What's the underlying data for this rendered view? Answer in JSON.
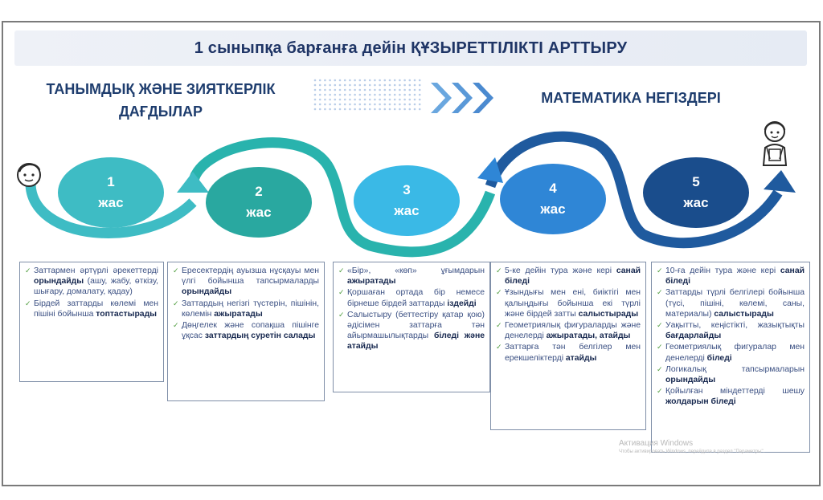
{
  "title": "1 сыныпқа барғанға дейін ҚҰЗЫРЕТТІЛІКТІ АРТТЫРУ",
  "left_heading": [
    "ТАНЫМДЫҚ ЖӘНЕ ЗИЯТКЕРЛІК",
    "ДАҒДЫЛАР"
  ],
  "right_heading": "МАТЕМАТИКА НЕГІЗДЕРІ",
  "colors": {
    "age1": "#3ebcc4",
    "age2": "#29a8a0",
    "age3": "#3ab9e6",
    "age4": "#2f86d6",
    "age5": "#1a4d8c",
    "accent": "#1e3d6e"
  },
  "ages": [
    {
      "num": "1",
      "unit": "жас"
    },
    {
      "num": "2",
      "unit": "жас"
    },
    {
      "num": "3",
      "unit": "жас"
    },
    {
      "num": "4",
      "unit": "жас"
    },
    {
      "num": "5",
      "unit": "жас"
    }
  ],
  "boxes": [
    {
      "items": [
        [
          {
            "t": "Заттармен әртүрлі әрекеттерді "
          },
          {
            "t": "орындайды",
            "b": true
          },
          {
            "t": " (ашу, жабу, өткізу, шығару, домалату, қадау)"
          }
        ],
        [
          {
            "t": "Бірдей заттарды көлемі мен пішіні бойынша "
          },
          {
            "t": "топтастырады",
            "b": true
          }
        ]
      ]
    },
    {
      "items": [
        [
          {
            "t": "Ересектердің ауызша нұсқауы мен үлгі бойынша тапсырмаларды "
          },
          {
            "t": "орындайды",
            "b": true
          }
        ],
        [
          {
            "t": "Заттардың негізгі түстерін, пішінін, көлемін "
          },
          {
            "t": "ажыратады",
            "b": true
          }
        ],
        [
          {
            "t": "Дөңгелек және сопақша пішінге ұқсас "
          },
          {
            "t": "заттардың суретін салады",
            "b": true
          }
        ]
      ]
    },
    {
      "items": [
        [
          {
            "t": "«Бір», «көп» ұғымдарын "
          },
          {
            "t": "ажыратады",
            "b": true
          }
        ],
        [
          {
            "t": "Қоршаған ортада бір немесе бірнеше бірдей заттарды "
          },
          {
            "t": "іздейді",
            "b": true
          }
        ],
        [
          {
            "t": "Салыстыру (беттестіру қатар қою) әдісімен заттарға тән айырмашылықтарды "
          },
          {
            "t": "біледі және атайды",
            "b": true
          }
        ]
      ]
    },
    {
      "items": [
        [
          {
            "t": "5-ке дейін тура және кері "
          },
          {
            "t": "санай біледі",
            "b": true
          }
        ],
        [
          {
            "t": "Ұзындығы мен ені, биіктігі мен қалыңдығы бойынша екі түрлі және бірдей затты "
          },
          {
            "t": "салыстырады",
            "b": true
          }
        ],
        [
          {
            "t": "Геометриялық фигураларды және денелерді "
          },
          {
            "t": "ажыратады, атайды",
            "b": true
          }
        ],
        [
          {
            "t": "Заттарға тән белгілер мен ерекшеліктерді "
          },
          {
            "t": "атайды",
            "b": true
          }
        ]
      ]
    },
    {
      "items": [
        [
          {
            "t": "10-ға дейін тура және кері "
          },
          {
            "t": "санай біледі",
            "b": true
          }
        ],
        [
          {
            "t": "Заттарды түрлі белгілері бойынша (түсі, пішіні, көлемі, саны, материалы) "
          },
          {
            "t": "салыстырады",
            "b": true
          }
        ],
        [
          {
            "t": "Уақытты, кеңістікті, жазықтықты "
          },
          {
            "t": "бағдарлайды",
            "b": true
          }
        ],
        [
          {
            "t": "Геометриялық фигуралар мен денелерді "
          },
          {
            "t": "біледі",
            "b": true
          }
        ],
        [
          {
            "t": "Логикалық тапсырмаларын "
          },
          {
            "t": "орындайды",
            "b": true
          }
        ],
        [
          {
            "t": "Қойылған міндеттерді шешу "
          },
          {
            "t": "жолдарын біледі",
            "b": true
          }
        ]
      ]
    }
  ],
  "watermark": {
    "line1": "Активация Windows",
    "line2": "Чтобы активировать Windows, перейдите в раздел \"Параметры\"."
  }
}
